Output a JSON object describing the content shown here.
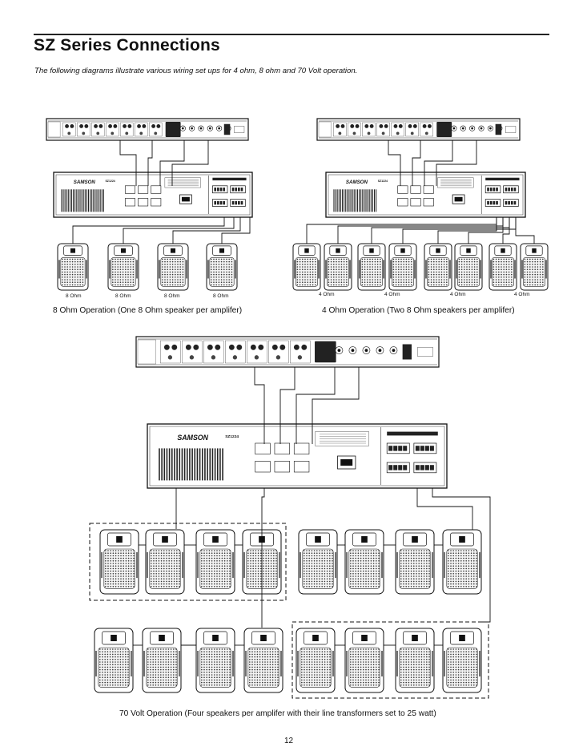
{
  "page": {
    "title": "SZ Series Connections",
    "subtitle": "The following diagrams illustrate various wiring set ups for 4 ohm, 8 ohm and 70 Volt operation.",
    "page_number": "12"
  },
  "diagrams": {
    "eight_ohm": {
      "caption": "8 Ohm Operation (One 8 Ohm speaker per amplifer)",
      "speaker_labels": [
        "8 Ohm",
        "8 Ohm",
        "8 Ohm",
        "8 Ohm"
      ]
    },
    "four_ohm": {
      "caption": "4 Ohm Operation (Two 8 Ohm speakers per amplifer)",
      "speaker_labels": [
        "4 Ohm",
        "4 Ohm",
        "4 Ohm",
        "4 Ohm"
      ]
    },
    "seventy_volt": {
      "caption": "70 Volt Operation (Four speakers per amplifer with their line transformers set to 25 watt)"
    }
  },
  "device_labels": {
    "brand": "SAMSON",
    "amp_model": "SZ1224"
  }
}
